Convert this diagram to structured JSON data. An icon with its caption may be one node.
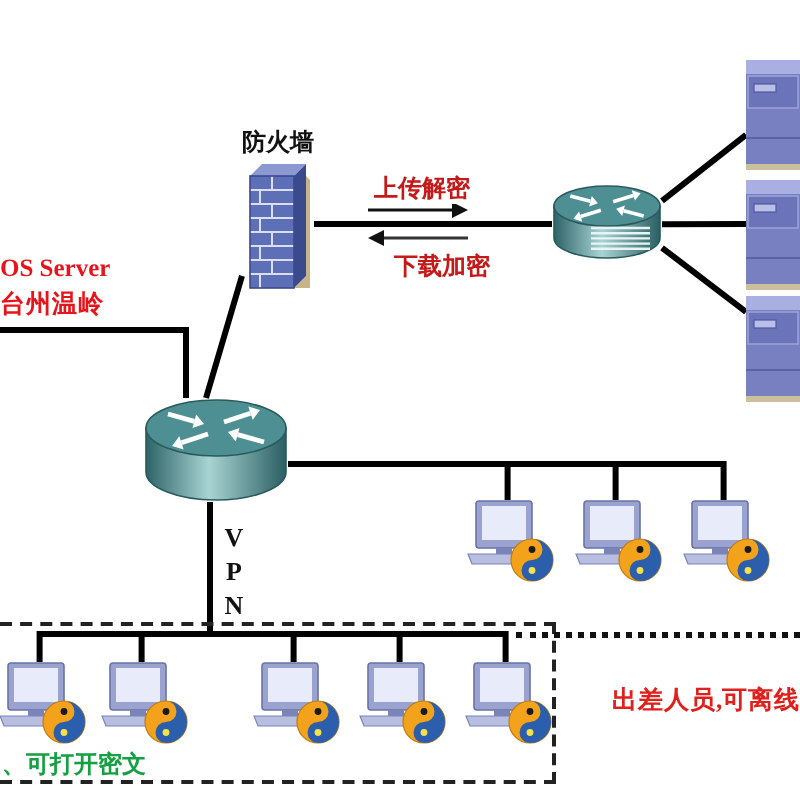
{
  "diagram": {
    "nodes": [
      {
        "text": [
          "防火墙"
        ]
      },
      {
        "text": [],
        "shape": "picture"
      },
      {
        "text": [],
        "shape": "picture"
      },
      {
        "text": [],
        "shape": "picture"
      },
      {
        "text": [],
        "shape": "picture"
      },
      {
        "text": [],
        "shape": "picture"
      },
      {
        "text": [],
        "shape": "picture"
      },
      {
        "text": [],
        "shape": "picture"
      },
      {
        "text": [],
        "shape": "picture"
      },
      {
        "text": [
          "、可打开密文"
        ]
      },
      {
        "text": [],
        "shape": "picture",
        "in": 9
      },
      {
        "text": [],
        "shape": "picture",
        "in": 9
      },
      {
        "text": [],
        "shape": "picture",
        "in": 9
      },
      {
        "text": [],
        "shape": "picture",
        "in": 9
      },
      {
        "text": [],
        "shape": "picture",
        "in": 9
      },
      {
        "text": [
          "出差人员,可离线"
        ]
      }
    ],
    "edges": [
      {
        "from": null,
        "to": 5,
        "arrow": "none",
        "label": "OS Server 台州温岭"
      },
      {
        "from": 0,
        "to": 5,
        "arrow": "none"
      },
      {
        "from": 0,
        "to": 1,
        "arrow": "none"
      },
      {
        "from": 1,
        "to": 2,
        "arrow": "none"
      },
      {
        "from": 1,
        "to": 3,
        "arrow": "none"
      },
      {
        "from": 1,
        "to": 4,
        "arrow": "none"
      },
      {
        "from": 5,
        "to": 6,
        "arrow": "none"
      },
      {
        "from": 5,
        "to": 7,
        "arrow": "none"
      },
      {
        "from": 5,
        "to": 8,
        "arrow": "none"
      },
      {
        "from": 5,
        "to": 10,
        "arrow": "none"
      },
      {
        "from": 5,
        "to": 11,
        "arrow": "none"
      },
      {
        "from": 5,
        "to": 12,
        "arrow": "none"
      },
      {
        "from": 5,
        "to": 13,
        "arrow": "none"
      },
      {
        "from": 5,
        "to": 14,
        "arrow": "none"
      }
    ],
    "labels": [
      "上传解密",
      "下载加密",
      "VPN"
    ]
  }
}
